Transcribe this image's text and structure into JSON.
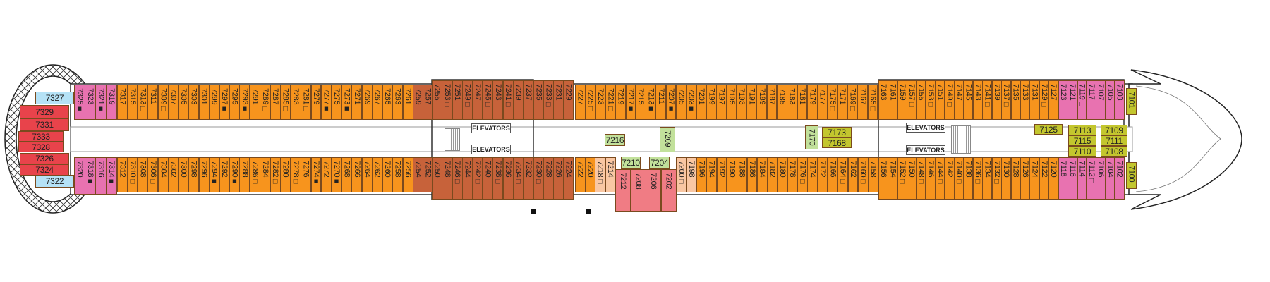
{
  "title": "Deck 7",
  "colors": {
    "orange": "#F7941D",
    "brown": "#C7623A",
    "pink": "#E872B0",
    "red": "#E8434B",
    "blue": "#B5E2F6",
    "olive": "#C3C62E",
    "lightgreen": "#C2E19B",
    "peach": "#F9C7A3",
    "salmon": "#F07C84"
  },
  "elevators": [
    "ELEVATORS",
    "ELEVATORS",
    "ELEVATORS",
    "ELEVATORS"
  ],
  "top_row": [
    {
      "cat": "pink",
      "cabins": [
        "7325■",
        "7323",
        "7321■",
        "7319"
      ]
    },
    {
      "cat": "orange",
      "cabins": [
        "7317",
        "7315",
        "7313□",
        "7311",
        "7309□",
        "7307",
        "7305",
        "7303",
        "7301",
        "7299",
        "7297■",
        "7295",
        "7293■",
        "7291",
        "7289□",
        "7287",
        "7285□",
        "7283",
        "7281□",
        "7279",
        "7277■",
        "7275",
        "7273■",
        "7271",
        "7269",
        "7267",
        "7265",
        "7263",
        "7261"
      ]
    },
    {
      "cat": "brown",
      "cabins": [
        "7259",
        "7257"
      ]
    },
    {
      "cat": "brown",
      "cabins": [
        "7255",
        "7253□",
        "7251",
        "7249□",
        "7247",
        "7245□",
        "7243",
        "7241□",
        "7239",
        "7237"
      ]
    },
    {
      "cat": "brown",
      "cabins": [
        "7235",
        "7233□",
        "7231",
        "7229"
      ]
    },
    {
      "cat": "orange",
      "cabins": [
        "7227",
        "7225□",
        "7223",
        "7221□",
        "7219",
        "7217■",
        "7215",
        "7213■",
        "7211",
        "7207■",
        "7205",
        "7203■",
        "7201",
        "7199",
        "7197",
        "7195",
        "7193",
        "7191",
        "7189",
        "7187",
        "7185",
        "7183",
        "7181",
        "7179",
        "7177",
        "7175□",
        "7171",
        "7169□",
        "7167",
        "7165□"
      ]
    },
    {
      "cat": "orange",
      "cabins": [
        "7163",
        "7161",
        "7159",
        "7157□",
        "7155",
        "7153□",
        "7151",
        "7149□",
        "7147",
        "7145",
        "7143",
        "7141□",
        "7139",
        "7137□",
        "7135",
        "7133",
        "7131",
        "7129□",
        "7127"
      ]
    },
    {
      "cat": "pink",
      "cabins": [
        "7123",
        "7121",
        "7119□",
        "7117",
        "7107",
        "7105",
        "7103"
      ]
    }
  ],
  "bottom_row": [
    {
      "cat": "pink",
      "cabins": [
        "7320",
        "7318■",
        "7316",
        "7314■"
      ]
    },
    {
      "cat": "orange",
      "cabins": [
        "7312",
        "7310□",
        "7308",
        "7306□",
        "7304",
        "7302",
        "7300",
        "7298",
        "7296",
        "7294■",
        "7292",
        "7290■",
        "7288",
        "7286□",
        "7284",
        "7282□",
        "7280",
        "7278□",
        "7276",
        "7274■",
        "7272",
        "7270■",
        "7268",
        "7266",
        "7264",
        "7262",
        "7260",
        "7258",
        "7256"
      ]
    },
    {
      "cat": "brown",
      "cabins": [
        "7254",
        "7252"
      ]
    },
    {
      "cat": "brown",
      "cabins": [
        "7250",
        "7248",
        "7246□",
        "7244",
        "7242□",
        "7240",
        "7238□",
        "7236",
        "7234□",
        "7232"
      ]
    },
    {
      "cat": "brown",
      "cabins": [
        "7230□",
        "7228",
        "7226",
        "7224"
      ]
    },
    {
      "cat": "orange",
      "cabins": [
        "7222",
        "7220"
      ]
    },
    {
      "cat": "peach",
      "cabins": [
        "7218□",
        "7214"
      ]
    },
    {
      "cat": "salmon",
      "cabins": [
        "7212",
        "7208",
        "7206",
        "7202"
      ]
    },
    {
      "cat": "peach",
      "cabins": [
        "7200□",
        "7198"
      ]
    },
    {
      "cat": "orange",
      "cabins": [
        "7196",
        "7194",
        "7192",
        "7190",
        "7188",
        "7186",
        "7184",
        "7182",
        "7180",
        "7178",
        "7176□",
        "7174",
        "7172",
        "7166",
        "7164□",
        "7162",
        "7160□",
        "7158"
      ]
    },
    {
      "cat": "orange",
      "cabins": [
        "7156",
        "7154",
        "7152□",
        "7150",
        "7148□",
        "7146",
        "7144□",
        "7142",
        "7140□",
        "7138",
        "7136□",
        "7134",
        "7132□",
        "7130",
        "7128",
        "7126",
        "7124",
        "7122",
        "7120"
      ]
    },
    {
      "cat": "pink",
      "cabins": [
        "7118",
        "7116",
        "7114",
        "7112□",
        "7106",
        "7104",
        "7102"
      ]
    }
  ],
  "special_cabins": [
    {
      "n": "7327",
      "cat": "blue"
    },
    {
      "n": "7329",
      "cat": "red"
    },
    {
      "n": "7331",
      "cat": "red"
    },
    {
      "n": "7333",
      "cat": "red"
    },
    {
      "n": "7328",
      "cat": "red"
    },
    {
      "n": "7326",
      "cat": "red"
    },
    {
      "n": "7324",
      "cat": "red"
    },
    {
      "n": "7322",
      "cat": "blue"
    },
    {
      "n": "7216",
      "cat": "lightgreen"
    },
    {
      "n": "7209",
      "cat": "lightgreen"
    },
    {
      "n": "7210",
      "cat": "lightgreen"
    },
    {
      "n": "7204",
      "cat": "lightgreen"
    },
    {
      "n": "7170",
      "cat": "lightgreen"
    },
    {
      "n": "7173",
      "cat": "olive"
    },
    {
      "n": "7168",
      "cat": "olive"
    },
    {
      "n": "7125",
      "cat": "olive"
    },
    {
      "n": "7113",
      "cat": "olive"
    },
    {
      "n": "7115",
      "cat": "olive"
    },
    {
      "n": "7110",
      "cat": "olive"
    },
    {
      "n": "7109",
      "cat": "olive"
    },
    {
      "n": "7111",
      "cat": "olive"
    },
    {
      "n": "7108",
      "cat": "olive"
    },
    {
      "n": "7101",
      "cat": "olive"
    },
    {
      "n": "7100",
      "cat": "olive"
    }
  ]
}
